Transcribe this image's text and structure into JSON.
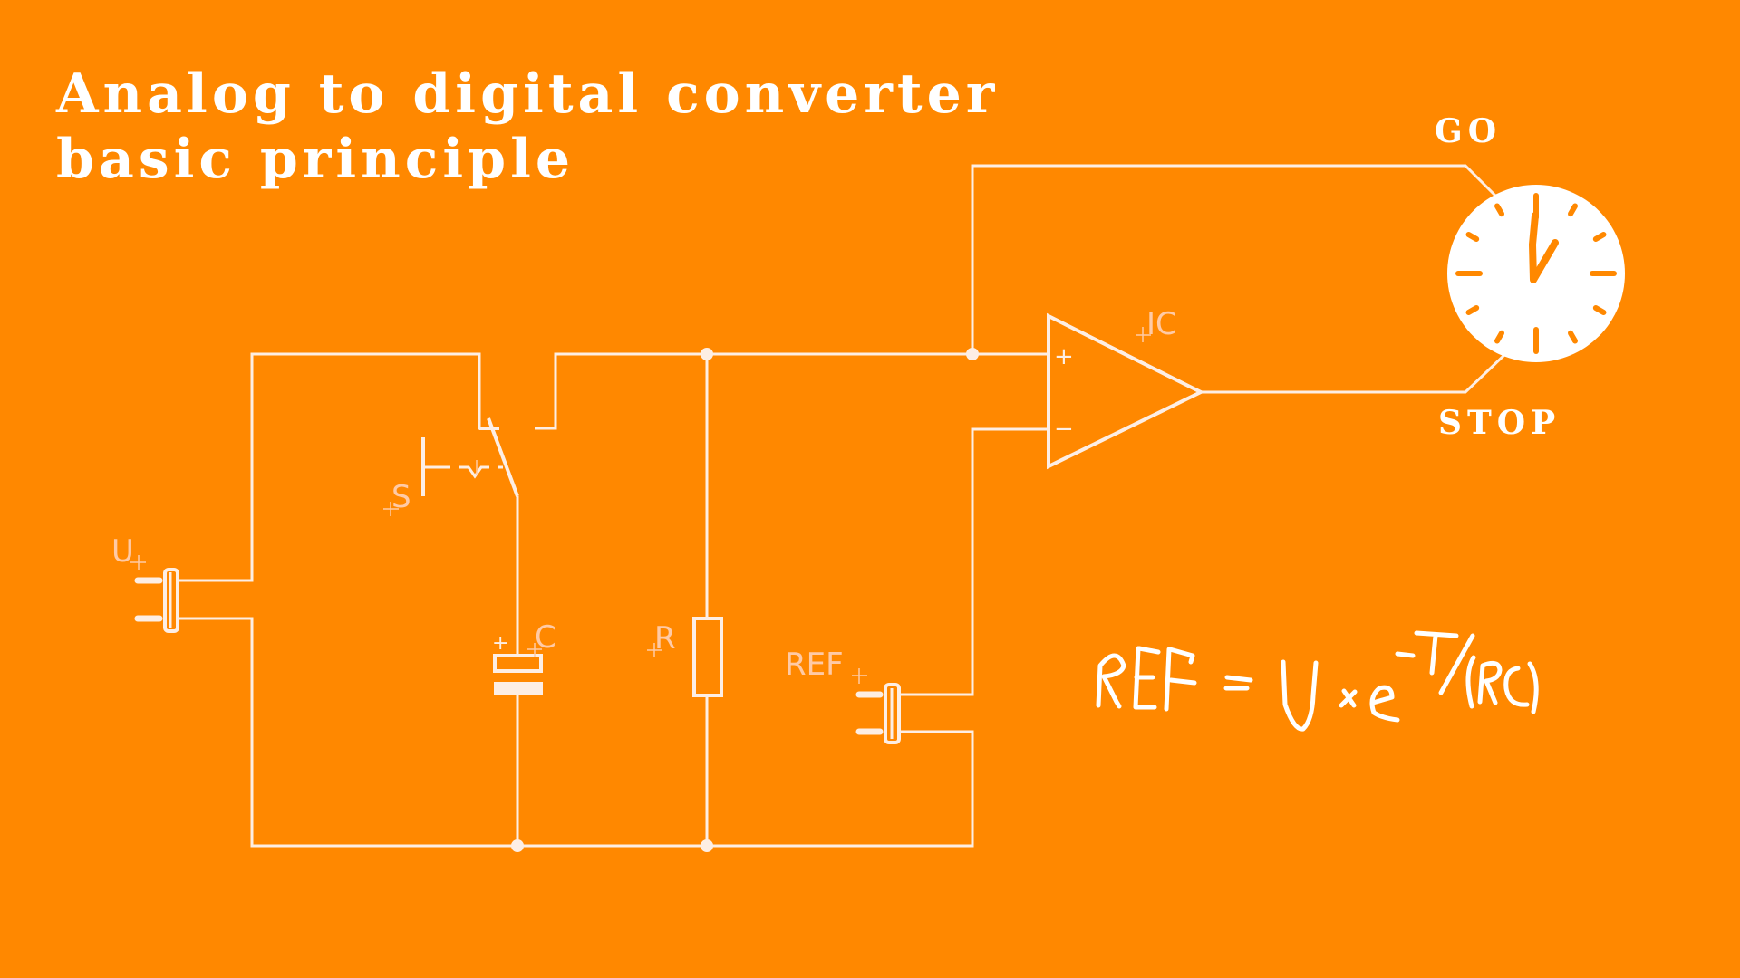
{
  "title": {
    "line1": "Analog to digital converter",
    "line2": "basic principle"
  },
  "colors": {
    "background": "#FF8800",
    "wire": "#FDEEE4",
    "label": "#FFCAA6",
    "text": "#FFFFFF"
  },
  "components": {
    "voltage_source": "U",
    "switch": "S",
    "capacitor": "C",
    "resistor": "R",
    "reference_source": "REF",
    "comparator": "IC",
    "comparator_plus": "+",
    "comparator_minus": "−",
    "capacitor_plus": "+"
  },
  "timer": {
    "icon": "clock-icon",
    "go_label": "GO",
    "stop_label": "STOP"
  },
  "formula": {
    "lhs": "REF",
    "eq": "=",
    "base": "U",
    "times": "×",
    "exp_base": "e",
    "exponent": "−T/(RC)"
  }
}
